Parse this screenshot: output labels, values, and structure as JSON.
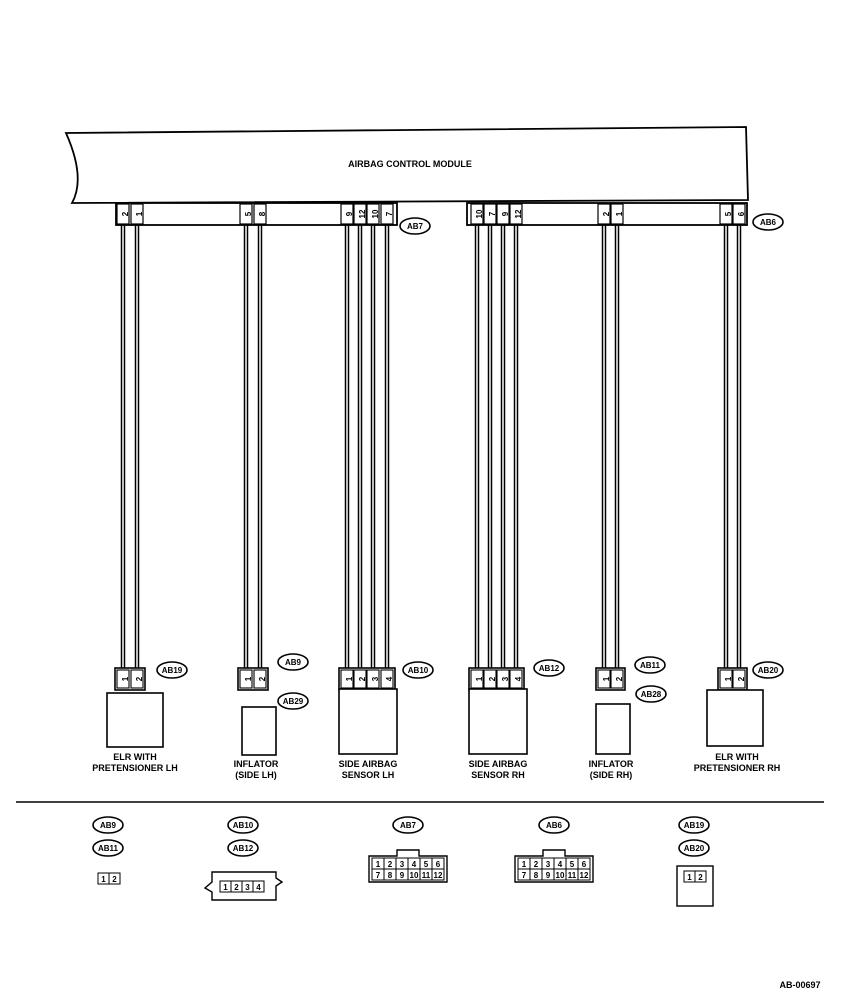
{
  "module": {
    "title": "AIRBAG CONTROL MODULE"
  },
  "ecu_connectors": {
    "left": {
      "id": "AB7",
      "groups": [
        [
          "2",
          "1"
        ],
        [
          "5",
          "8"
        ],
        [
          "9",
          "12",
          "10",
          "7"
        ]
      ]
    },
    "right": {
      "id": "AB6",
      "groups": [
        [
          "10",
          "7",
          "9",
          "12"
        ],
        [
          "2",
          "1"
        ],
        [
          "5",
          "6"
        ]
      ]
    }
  },
  "components": [
    {
      "id": "AB19",
      "sub_id": "",
      "pins": [
        "1",
        "2"
      ],
      "label_lines": [
        "ELR WITH",
        "PRETENSIONER LH"
      ]
    },
    {
      "id": "AB9",
      "sub_id": "AB29",
      "pins": [
        "1",
        "2"
      ],
      "label_lines": [
        "INFLATOR",
        "(SIDE LH)"
      ]
    },
    {
      "id": "AB10",
      "sub_id": "",
      "pins": [
        "1",
        "2",
        "3",
        "4"
      ],
      "label_lines": [
        "SIDE AIRBAG",
        "SENSOR LH"
      ]
    },
    {
      "id": "AB12",
      "sub_id": "",
      "pins": [
        "1",
        "2",
        "3",
        "4"
      ],
      "label_lines": [
        "SIDE AIRBAG",
        "SENSOR RH"
      ]
    },
    {
      "id": "AB11",
      "sub_id": "AB28",
      "pins": [
        "1",
        "2"
      ],
      "label_lines": [
        "INFLATOR",
        "(SIDE RH)"
      ]
    },
    {
      "id": "AB20",
      "sub_id": "",
      "pins": [
        "1",
        "2"
      ],
      "label_lines": [
        "ELR WITH",
        "PRETENSIONER RH"
      ]
    }
  ],
  "legend": [
    {
      "ids": [
        "AB9",
        "AB11"
      ],
      "pins_row1": [
        "1",
        "2"
      ],
      "pins_row2": []
    },
    {
      "ids": [
        "AB10",
        "AB12"
      ],
      "pins_row1": [
        "1",
        "2",
        "3",
        "4"
      ],
      "pins_row2": []
    },
    {
      "ids": [
        "AB7"
      ],
      "pins_row1": [
        "1",
        "2",
        "3",
        "4",
        "5",
        "6"
      ],
      "pins_row2": [
        "7",
        "8",
        "9",
        "10",
        "11",
        "12"
      ]
    },
    {
      "ids": [
        "AB6"
      ],
      "pins_row1": [
        "1",
        "2",
        "3",
        "4",
        "5",
        "6"
      ],
      "pins_row2": [
        "7",
        "8",
        "9",
        "10",
        "11",
        "12"
      ]
    },
    {
      "ids": [
        "AB19",
        "AB20"
      ],
      "pins_row1": [
        "1",
        "2"
      ],
      "pins_row2": []
    }
  ],
  "figure_code": "AB-00697"
}
